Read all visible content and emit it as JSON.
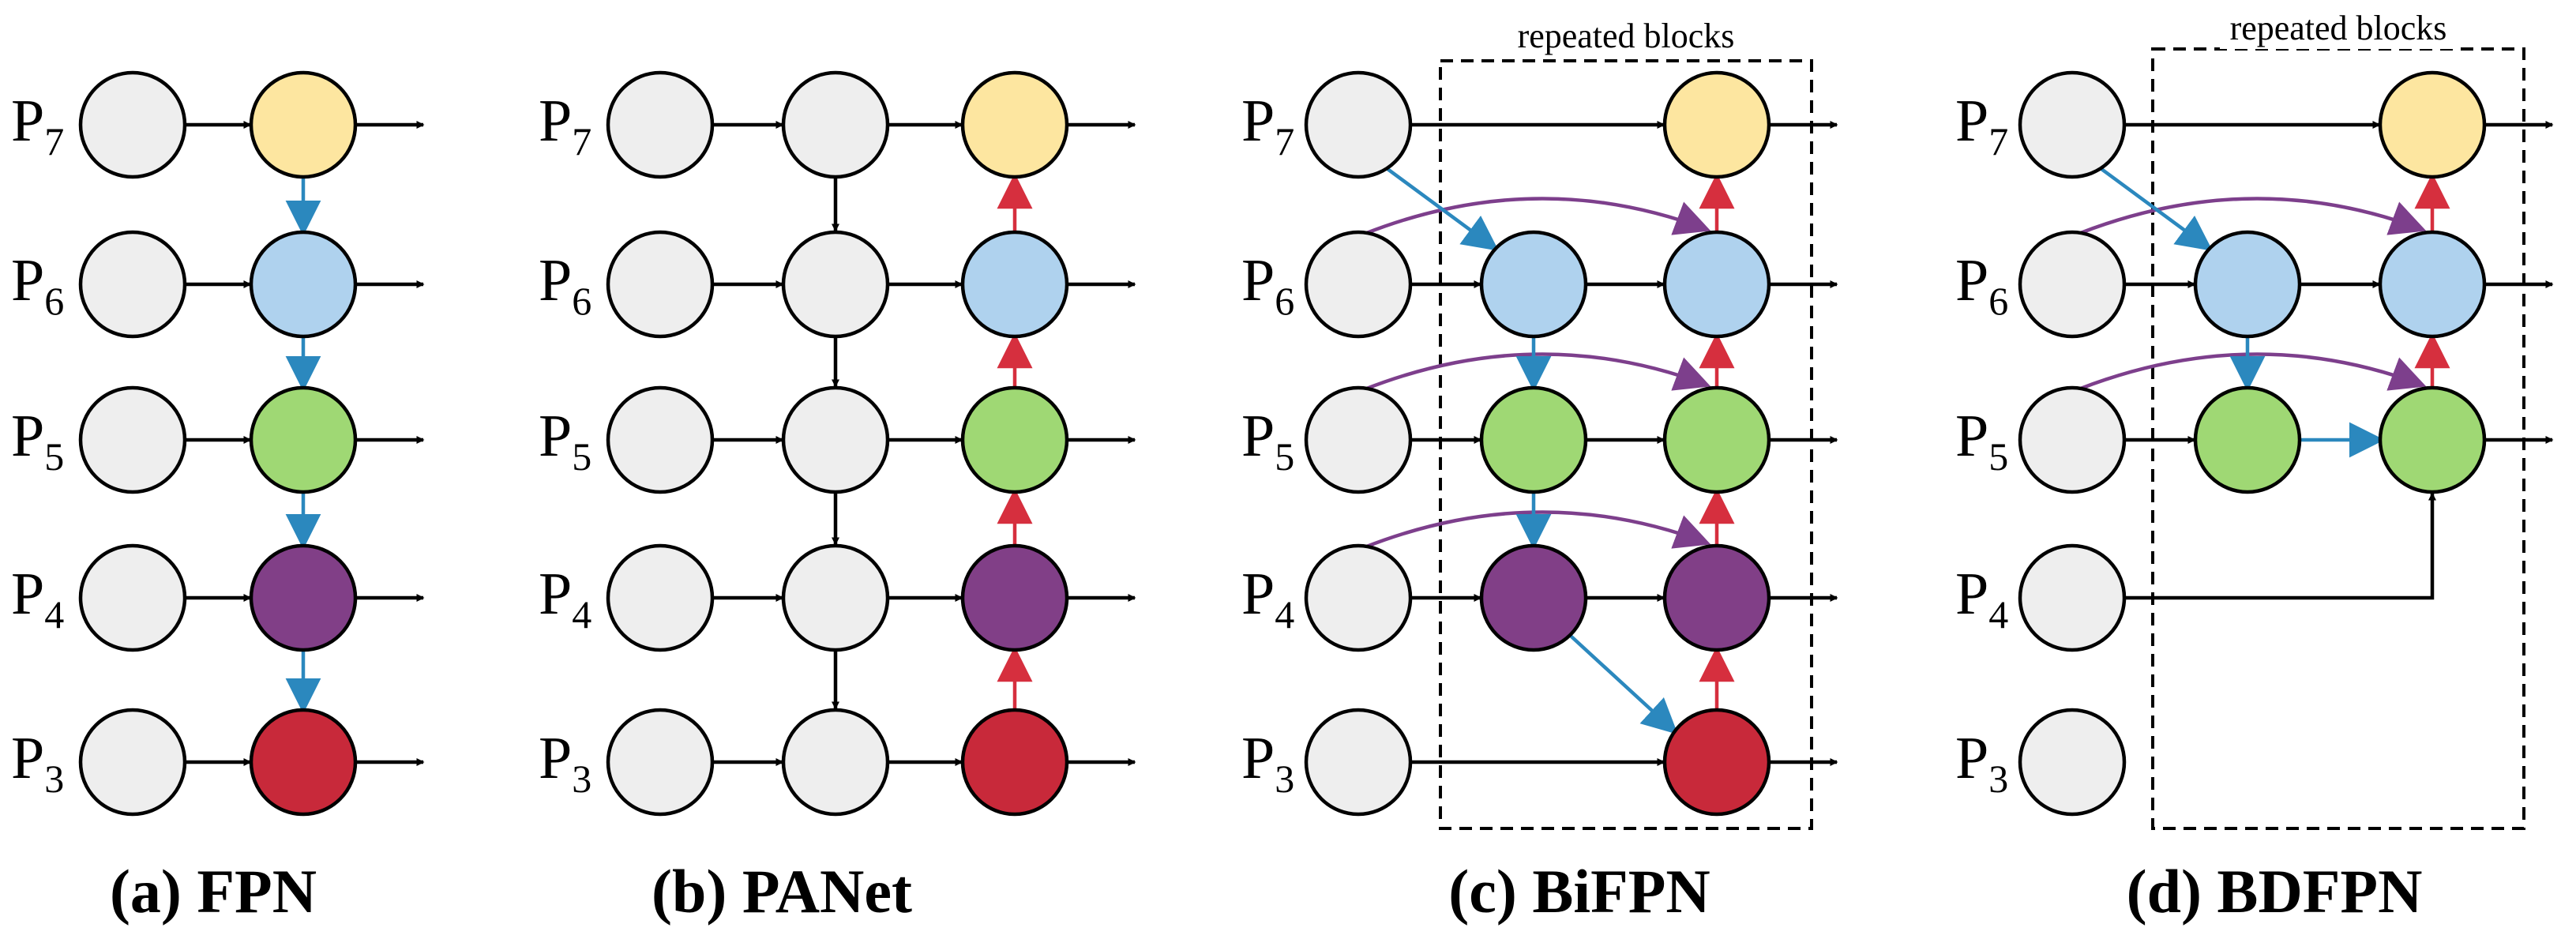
{
  "colors": {
    "input": "#eeeeee",
    "p7": "#fde6a0",
    "p6": "#afd2ee",
    "p5": "#9fd874",
    "p4": "#813f87",
    "p3": "#c8293a",
    "topdown": "#2b88be",
    "bottomup": "#d62f3e",
    "cross": "#7d3f8c",
    "plain": "#000000"
  },
  "levels": [
    {
      "id": "p7",
      "base": "P",
      "sub": "7"
    },
    {
      "id": "p6",
      "base": "P",
      "sub": "6"
    },
    {
      "id": "p5",
      "base": "P",
      "sub": "5"
    },
    {
      "id": "p4",
      "base": "P",
      "sub": "4"
    },
    {
      "id": "p3",
      "base": "P",
      "sub": "3"
    }
  ],
  "panels": [
    {
      "id": "fpn",
      "caption": "(a) FPN",
      "box_label": ""
    },
    {
      "id": "panet",
      "caption": "(b) PANet",
      "box_label": ""
    },
    {
      "id": "bifpn",
      "caption": "(c) BiFPN",
      "box_label": "repeated blocks"
    },
    {
      "id": "bdfpn",
      "caption": "(d) BDFPN",
      "box_label": "repeated blocks"
    }
  ]
}
